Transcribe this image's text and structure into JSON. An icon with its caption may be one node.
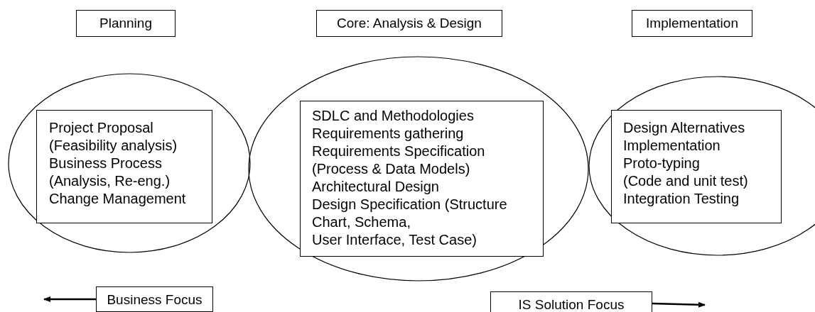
{
  "diagram": {
    "nodes": [
      {
        "text": [
          "Planning"
        ]
      },
      {
        "text": [
          "Core: Analysis & Design"
        ]
      },
      {
        "text": [
          "Implementation"
        ]
      },
      {
        "text": [],
        "shape": "ellipse"
      },
      {
        "text": [
          "Project Proposal",
          "(Feasibility analysis)",
          "Business Process",
          "(Analysis, Re-eng.)",
          "Change Management"
        ],
        "in": 3
      },
      {
        "text": [],
        "shape": "ellipse"
      },
      {
        "text": [
          "SDLC and Methodologies",
          "Requirements gathering",
          "Requirements Specification",
          "(Process & Data Models)",
          "Architectural Design",
          "Design Specification (Structure Chart, Schema,",
          "User Interface, Test Case)"
        ],
        "in": 5
      },
      {
        "text": [],
        "shape": "ellipse"
      },
      {
        "text": [
          "Design Alternatives",
          "Implementation",
          "Proto-typing",
          "(Code and unit test)",
          "Integration Testing"
        ],
        "in": 7
      },
      {
        "text": [
          "Business Focus"
        ]
      },
      {
        "text": [
          "IS Solution Focus"
        ]
      }
    ],
    "edges": [
      {
        "from": 9,
        "to": null,
        "arrow": "to"
      },
      {
        "from": 10,
        "to": null,
        "arrow": "to"
      }
    ]
  }
}
